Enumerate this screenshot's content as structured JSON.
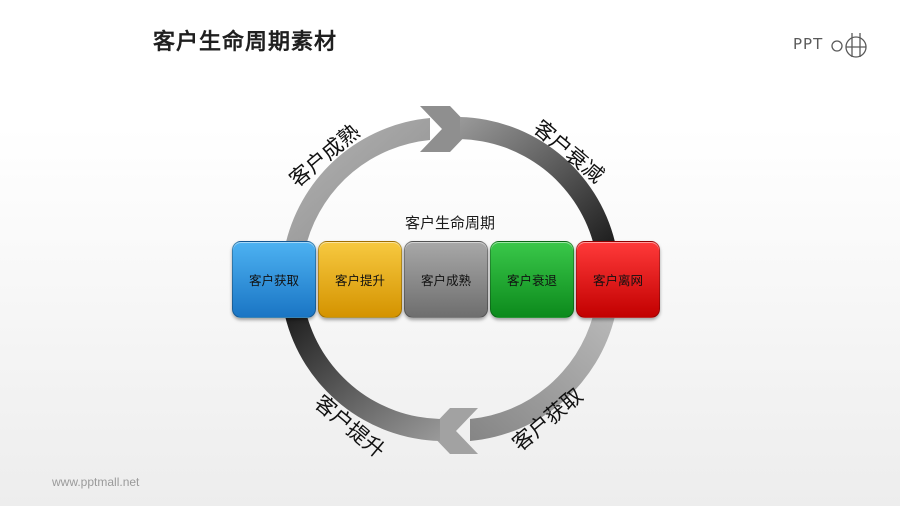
{
  "page": {
    "title": "客户生命周期素材"
  },
  "logo": {
    "text": "PPT"
  },
  "footer": {
    "url": "www.pptmall.net"
  },
  "diagram": {
    "center_label": "客户生命周期",
    "arc_labels": {
      "top_left": "客户成熟",
      "top_right": "客户衰减",
      "bottom_left": "客户提升",
      "bottom_right": "客户获取"
    },
    "stages": [
      {
        "label": "客户获取",
        "color": "#2a8fdc"
      },
      {
        "label": "客户提升",
        "color": "#e8ad12"
      },
      {
        "label": "客户成熟",
        "color": "#8a8a8a"
      },
      {
        "label": "客户衰退",
        "color": "#1ea82e"
      },
      {
        "label": "客户离网",
        "color": "#e41414"
      }
    ]
  }
}
